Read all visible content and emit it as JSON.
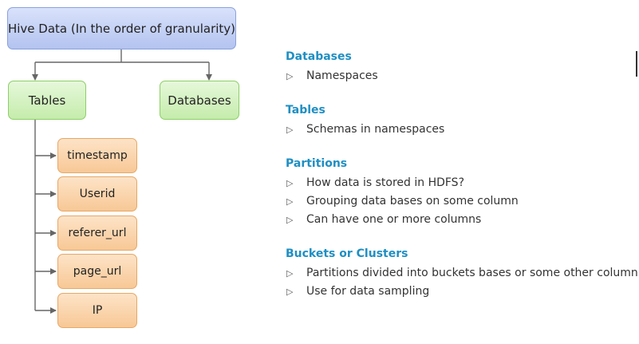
{
  "diagram": {
    "root": "Hive Data (In the order of granularity)",
    "children": [
      "Tables",
      "Databases"
    ],
    "table_fields": [
      "timestamp",
      "Userid",
      "referer_url",
      "page_url",
      "IP"
    ]
  },
  "sections": [
    {
      "title": "Databases",
      "items": [
        "Namespaces"
      ]
    },
    {
      "title": "Tables",
      "items": [
        "Schemas in namespaces"
      ]
    },
    {
      "title": "Partitions",
      "items": [
        "How data is stored in HDFS?",
        "Grouping data bases on some column",
        "Can have one or more columns"
      ]
    },
    {
      "title": "Buckets or Clusters",
      "items": [
        "Partitions divided into buckets bases or some other column",
        "Use for data sampling"
      ]
    }
  ],
  "icons": {
    "bullet": "triangle-bullet-icon"
  },
  "colors": {
    "root_fill": "#c6d3f6",
    "child_fill": "#d6f3c4",
    "field_fill": "#fad6b0",
    "section_title": "#1f8fc3",
    "connector": "#666666"
  }
}
